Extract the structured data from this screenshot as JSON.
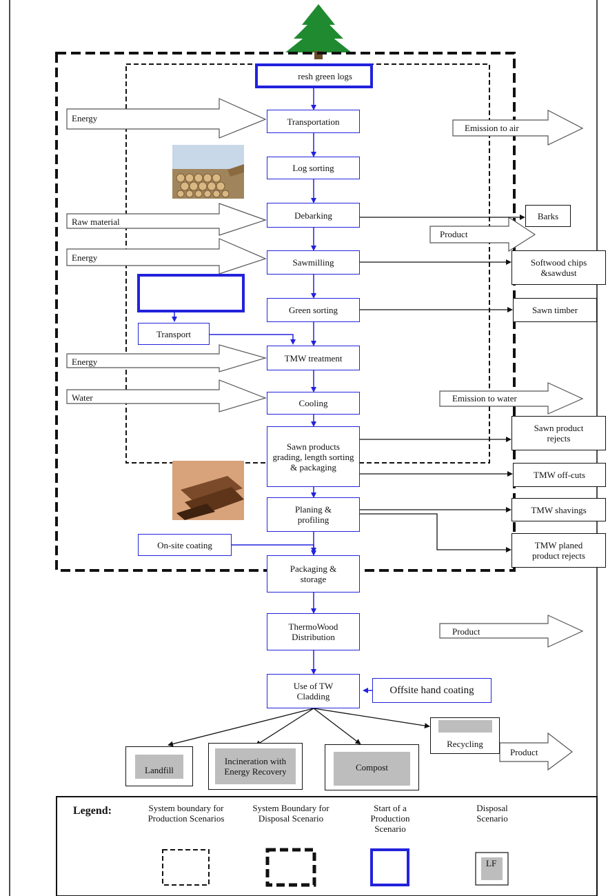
{
  "colors": {
    "process_border": "#2222dd",
    "arrow": "#2222dd",
    "black": "#111111",
    "disposal_fill": "#bdbdbd",
    "tree": "#1f8a2f"
  },
  "icons": [
    "tree-icon",
    "log-pile-photo",
    "wood-planks-photo"
  ],
  "process": {
    "start": "resh green logs",
    "transportation": "Transportation",
    "log_sorting": "Log sorting",
    "debarking": "Debarking",
    "sawmilling": "Sawmilling",
    "green_sorting": "Green sorting",
    "tmw_treatment": "TMW treatment",
    "cooling": "Cooling",
    "grading": "Sawn products grading, length sorting & packaging",
    "planing": "Planing & profiling",
    "packaging": "Packaging & storage",
    "distribution": "ThermoWood Distribution",
    "use": "Use of TW Cladding"
  },
  "inputs": {
    "energy_1": "Energy",
    "raw_material": "Raw material",
    "energy_2": "Energy",
    "energy_3": "Energy",
    "water": "Water",
    "transport": "Transport",
    "onsite_coating": "On-site coating",
    "offsite_coating": "Offsite hand coating"
  },
  "outputs": {
    "emission_air": "Emission to air",
    "barks": "Barks",
    "product_1": "Product",
    "softwood_chips": "Softwood chips &sawdust",
    "sawn_timber": "Sawn timber",
    "emission_water": "Emission to water",
    "sawn_rejects": "Sawn product rejects",
    "tmw_offcuts": "TMW off-cuts",
    "tmw_shavings": "TMW shavings",
    "tmw_planed_rejects": "TMW planed product rejects",
    "product_2": "Product",
    "product_3": "Product"
  },
  "disposal": {
    "landfill": "Landfill",
    "incineration": "Incineration with Energy Recovery",
    "compost": "Compost",
    "recycling": "Recycling"
  },
  "legend": {
    "title": "Legend:",
    "production_boundary": "System boundary for Production Scenarios",
    "disposal_boundary": "System Boundary for Disposal Scenario",
    "start": "Start of a Production Scenario",
    "disposal": "Disposal Scenario",
    "lf": "LF"
  }
}
